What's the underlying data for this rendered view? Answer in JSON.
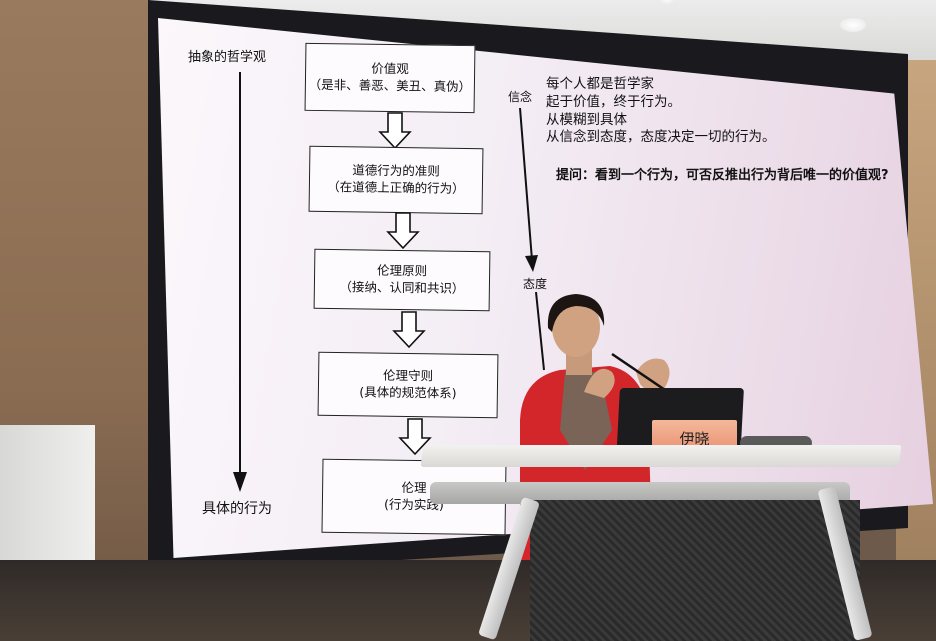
{
  "slide": {
    "left_axis": {
      "top_label": "抽象的哲学观",
      "bottom_label": "具体的行为"
    },
    "flow": [
      {
        "title": "价值观",
        "subtitle": "（是非、善恶、美丑、真伪）"
      },
      {
        "title": "道德行为的准则",
        "subtitle": "（在道德上正确的行为）"
      },
      {
        "title": "伦理原则",
        "subtitle": "（接纳、认同和共识）"
      },
      {
        "title": "伦理守则",
        "subtitle": "(具体的规范体系)"
      },
      {
        "title": "伦理",
        "subtitle": "(行为实践)"
      }
    ],
    "right_axis": {
      "top_label": "信念",
      "bottom_label": "态度"
    },
    "text_lines": [
      "每个人都是哲学家",
      "起于价值，终于行为。",
      "从模糊到具体",
      "从信念到态度，态度决定一切的行为。"
    ],
    "question": "提问：看到一个行为，可否反推出行为背后唯一的价值观?"
  },
  "nameplate": {
    "text": "伊晓"
  },
  "colors": {
    "slide_bg": "#f6f0f6",
    "slide_accent": "#e6cfe0",
    "jacket": "#d8282c",
    "nameplate": "#f0a07f"
  }
}
